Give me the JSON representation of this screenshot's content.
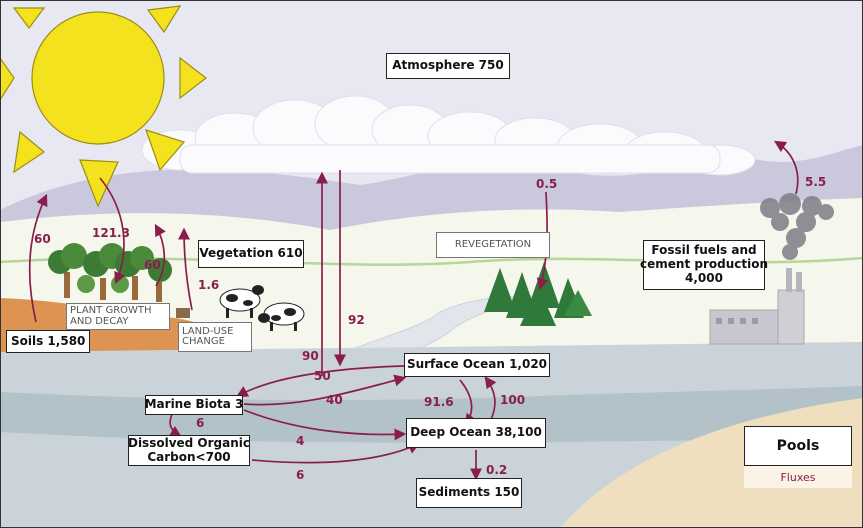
{
  "pools": {
    "atmosphere": "Atmosphere 750",
    "vegetation": "Vegetation 610",
    "soils": "Soils 1,580",
    "fossil_fuels_l1": "Fossil fuels and",
    "fossil_fuels_l2": "cement production",
    "fossil_fuels_l3": "4,000",
    "surface_ocean": "Surface Ocean 1,020",
    "marine_biota": "Marine Biota 3",
    "deep_ocean": "Deep Ocean 38,100",
    "doc_l1": "Dissolved Organic",
    "doc_l2": "Carbon<700",
    "sediments": "Sediments 150"
  },
  "processes": {
    "plant_growth_l1": "PLANT GROWTH",
    "plant_growth_l2": "AND DECAY",
    "land_use_l1": "LAND-USE",
    "land_use_l2": "CHANGE",
    "revegetation": "REVEGETATION"
  },
  "fluxes": {
    "soil_respiration": "60",
    "photosynthesis": "121.3",
    "plant_respiration": "60",
    "land_use_change": "1.6",
    "revegetation": "0.5",
    "fossil_emissions": "5.5",
    "ocean_uptake": "92",
    "ocean_release": "90",
    "surface_to_biota": "50",
    "biota_to_surface": "40",
    "surface_to_deep": "91.6",
    "deep_to_surface": "100",
    "biota_to_doc": "6",
    "biota_to_deep": "4",
    "doc_to_deep": "6",
    "deep_to_sediments": "0.2"
  },
  "legend": {
    "pools": "Pools",
    "fluxes": "Fluxes"
  },
  "colors": {
    "sky": "#e7e8f1",
    "sun": "#f4e21f",
    "hills": "#c8c7dc",
    "land": "#f4f5ea",
    "soil": "#dd9452",
    "ocean_surface": "#c9d3d9",
    "ocean_deep": "#b3c3c9",
    "sand": "#efdfbf",
    "flux_arrow": "#8a1e4b",
    "tree": "#3d7a33"
  }
}
